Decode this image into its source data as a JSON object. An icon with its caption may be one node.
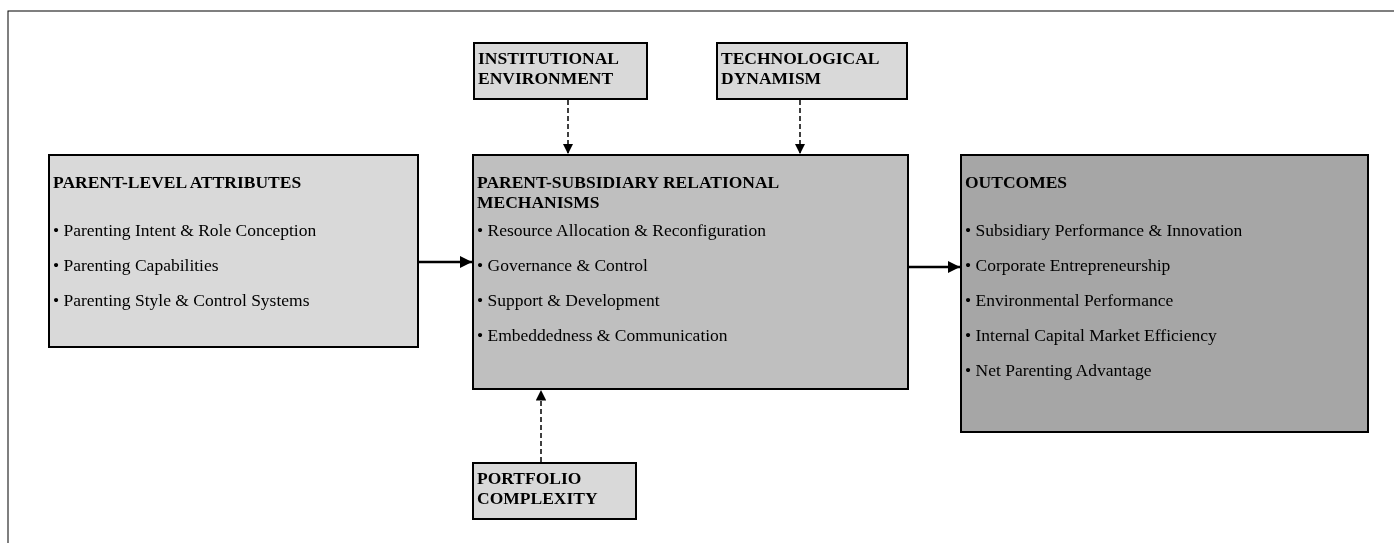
{
  "diagram": {
    "nodes": [
      {
        "text": [
          "INSTITUTIONAL ENVIRONMENT"
        ]
      },
      {
        "text": [
          "TECHNOLOGICAL DYNAMISM"
        ]
      },
      {
        "text": [
          "PARENT-LEVEL ATTRIBUTES",
          "• Parenting Intent & Role Conception",
          "• Parenting Capabilities",
          "• Parenting Style & Control Systems"
        ]
      },
      {
        "text": [
          "PARENT-SUBSIDIARY RELATIONAL MECHANISMS",
          "• Resource Allocation & Reconfiguration",
          "• Governance & Control",
          "• Support & Development",
          "• Embeddedness & Communication"
        ]
      },
      {
        "text": [
          "OUTCOMES",
          "• Subsidiary Performance & Innovation",
          "• Corporate Entrepreneurship",
          "• Environmental Performance",
          "• Internal Capital Market Efficiency",
          "• Net Parenting Advantage"
        ]
      },
      {
        "text": [
          "PORTFOLIO COMPLEXITY"
        ]
      }
    ],
    "edges": [
      {
        "from": 0,
        "to": 3,
        "arrow": "to",
        "style": "dashed"
      },
      {
        "from": 1,
        "to": 3,
        "arrow": "to",
        "style": "dashed"
      },
      {
        "from": 2,
        "to": 3,
        "arrow": "to"
      },
      {
        "from": 3,
        "to": 4,
        "arrow": "to"
      },
      {
        "from": 5,
        "to": 3,
        "arrow": "to",
        "style": "dashed"
      }
    ]
  }
}
